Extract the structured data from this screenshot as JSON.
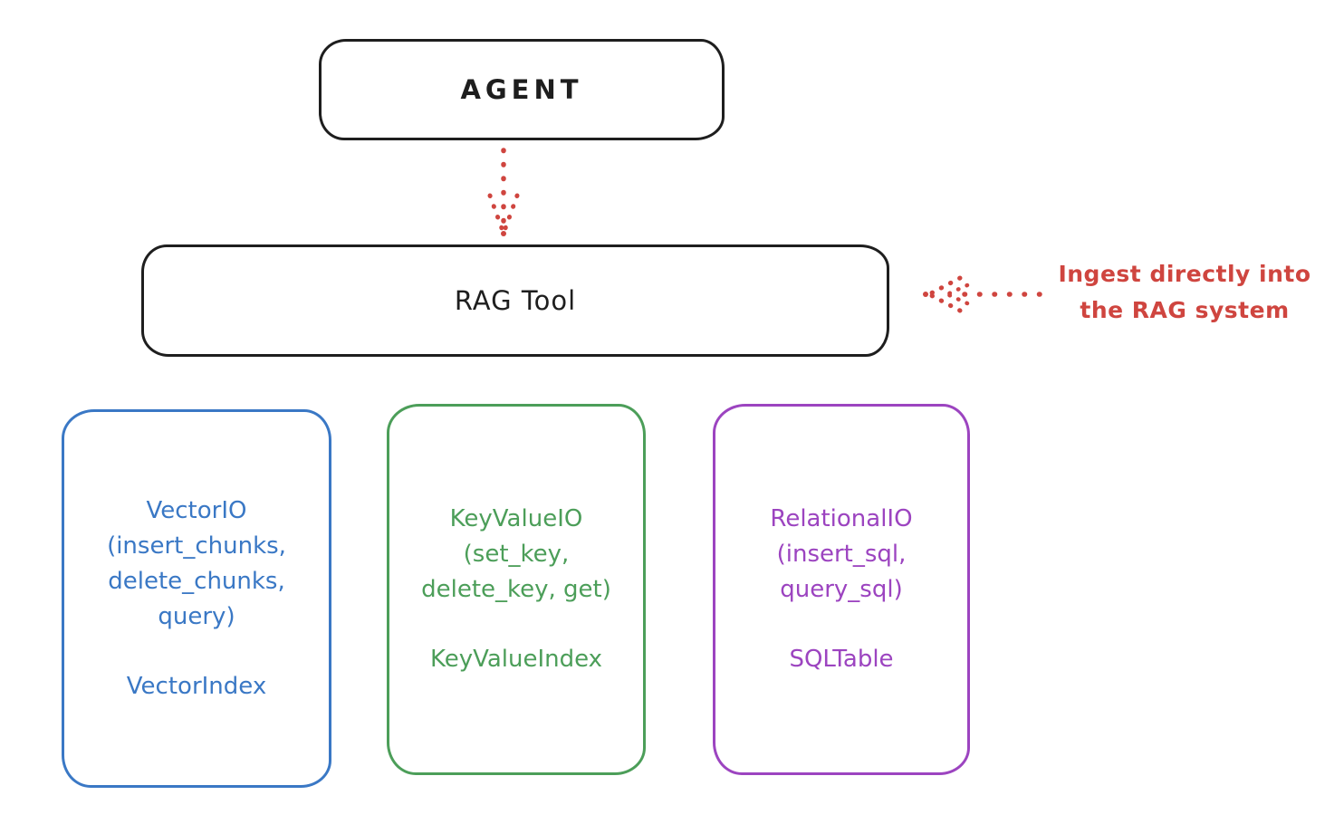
{
  "colors": {
    "ink": "#1e1e1e",
    "red": "#cf453f",
    "blue": "#3a78c5",
    "green": "#4c9e59",
    "purple": "#9c44c0",
    "background": "#ffffff"
  },
  "agent_box": {
    "label": "AGENT"
  },
  "rag_tool_box": {
    "label": "RAG Tool"
  },
  "ingest_annotation": {
    "line1": "Ingest directly into",
    "line2": "the RAG system"
  },
  "io_boxes": [
    {
      "name": "vector-io",
      "lines": [
        "VectorIO",
        "(insert_chunks,",
        "delete_chunks,",
        "query)"
      ],
      "index_label": "VectorIndex"
    },
    {
      "name": "keyvalue-io",
      "lines": [
        "KeyValueIO",
        "(set_key,",
        "delete_key, get)"
      ],
      "index_label": "KeyValueIndex"
    },
    {
      "name": "relational-io",
      "lines": [
        "RelationalIO",
        "(insert_sql,",
        "query_sql)"
      ],
      "index_label": "SQLTable"
    }
  ]
}
